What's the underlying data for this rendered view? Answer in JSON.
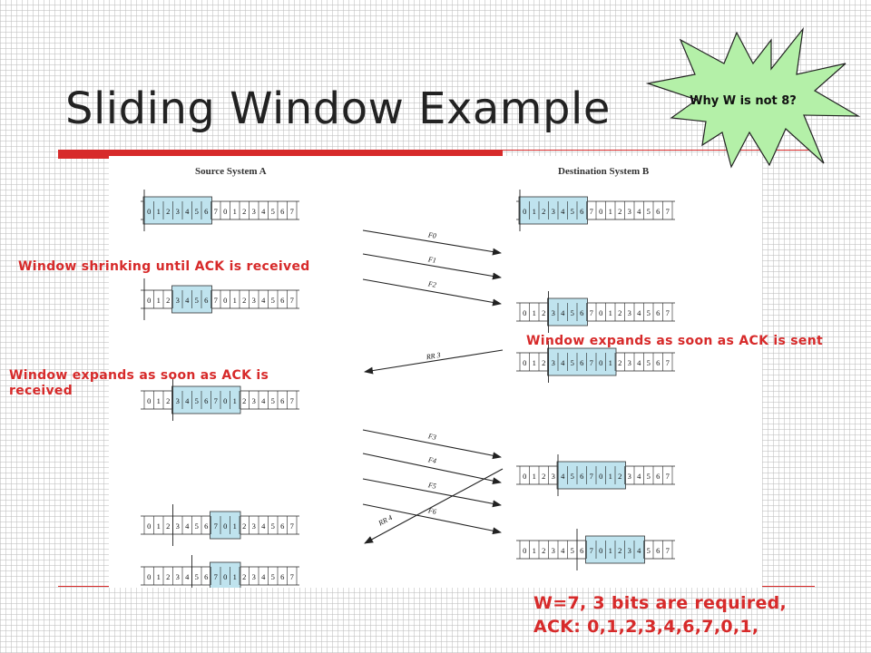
{
  "slide": {
    "title": "Sliding Window Example",
    "callout": "Why W is not 8?",
    "notes": {
      "shrinking": "Window shrinking until ACK is received",
      "expands_sent": "Window expands as soon as ACK is sent",
      "expands_received": "Window expands as soon as ACK is received"
    },
    "summary_line1": "W=7, 3 bits are required,",
    "summary_line2": "ACK: 0,1,2,3,4,6,7,0,1,"
  },
  "diagram": {
    "source_label": "Source System A",
    "dest_label": "Destination System B",
    "sequence_numbers": [
      "0",
      "1",
      "2",
      "3",
      "4",
      "5",
      "6",
      "7",
      "0",
      "1",
      "2",
      "3",
      "4",
      "5",
      "6",
      "7"
    ],
    "source_rows": [
      {
        "window_start": 0,
        "window_end": 6,
        "cut": 0
      },
      {
        "window_start": 3,
        "window_end": 6,
        "cut": 0
      },
      {
        "window_start": 3,
        "window_end": 9,
        "cut": 3
      },
      {
        "window_start": 7,
        "window_end": 9,
        "cut": 3
      },
      {
        "window_start": 7,
        "window_end": 9,
        "cut": 5
      }
    ],
    "dest_rows": [
      {
        "window_start": 0,
        "window_end": 6,
        "cut": 0
      },
      {
        "window_start": 3,
        "window_end": 6,
        "cut": 3
      },
      {
        "window_start": 3,
        "window_end": 9,
        "cut": 3
      },
      {
        "window_start": 4,
        "window_end": 10,
        "cut": 4
      },
      {
        "window_start": 7,
        "window_end": 12,
        "cut": 6
      }
    ],
    "frames": [
      "F0",
      "F1",
      "F2",
      "RR 3",
      "F3",
      "F4",
      "F5",
      "F6",
      "RR 4"
    ]
  },
  "colors": {
    "accent_red": "#d72a2a",
    "window_fill": "#bfe3ee",
    "callout_fill": "#b4f0a8"
  }
}
